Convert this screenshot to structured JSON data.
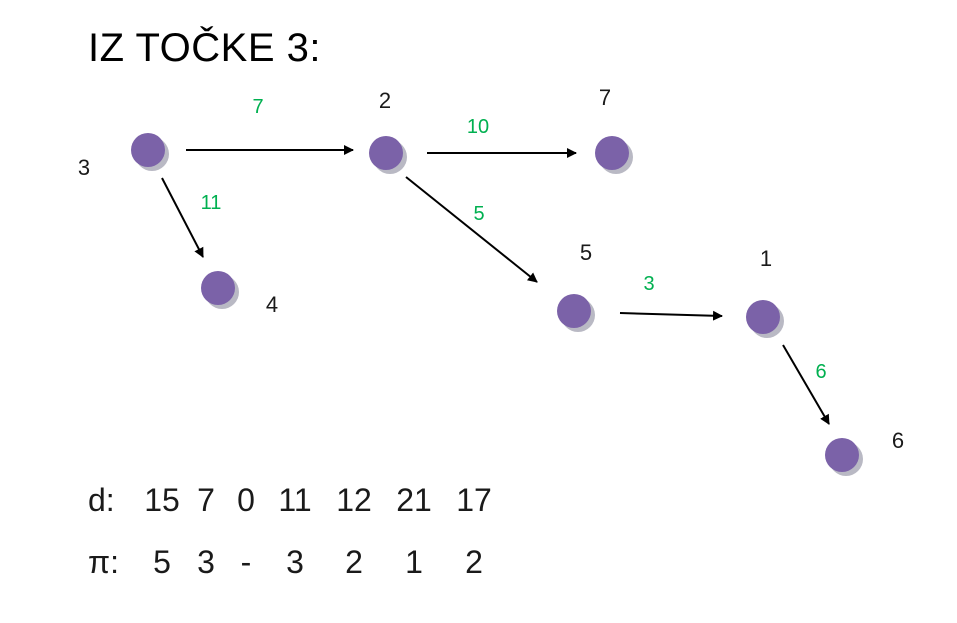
{
  "title": "IZ TOČKE 3:",
  "colors": {
    "node": "#7b62a8",
    "node_shadow": "#b9b9c4",
    "weight": "#00b050",
    "edge": "#000000"
  },
  "nodes": [
    {
      "id": "3",
      "label": "3"
    },
    {
      "id": "2",
      "label": "2"
    },
    {
      "id": "7",
      "label": "7"
    },
    {
      "id": "4",
      "label": "4"
    },
    {
      "id": "5",
      "label": "5"
    },
    {
      "id": "1",
      "label": "1"
    },
    {
      "id": "6",
      "label": "6"
    }
  ],
  "edges": [
    {
      "from": "3",
      "to": "2",
      "weight": "7"
    },
    {
      "from": "2",
      "to": "7",
      "weight": "10"
    },
    {
      "from": "3",
      "to": "4",
      "weight": "11"
    },
    {
      "from": "2",
      "to": "5",
      "weight": "5"
    },
    {
      "from": "5",
      "to": "1",
      "weight": "3"
    },
    {
      "from": "1",
      "to": "6",
      "weight": "6"
    }
  ],
  "distances": {
    "label": "d:",
    "values": [
      "15",
      "7",
      "0",
      "11",
      "12",
      "21",
      "17"
    ]
  },
  "predecessors": {
    "label": "π:",
    "values": [
      "5",
      "3",
      "-",
      "3",
      "2",
      "1",
      "2"
    ]
  }
}
